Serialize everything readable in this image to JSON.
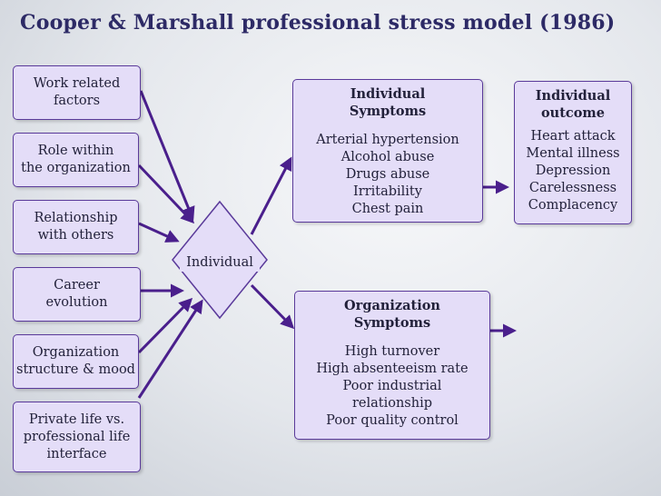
{
  "title": "Cooper & Marshall professional stress model (1986)",
  "factors": [
    "Work related\nfactors",
    "Role within\nthe organization",
    "Relationship\nwith others",
    "Career\nevolution",
    "Organization\nstructure & mood",
    "Private life vs.\nprofessional life\ninterface"
  ],
  "center_label": "Individual",
  "individual_symptoms": {
    "heading": "Individual\nSymptoms",
    "items": [
      "Arterial hypertension",
      "Alcohol abuse",
      "Drugs abuse",
      "Irritability",
      "Chest pain"
    ]
  },
  "organization_symptoms": {
    "heading": "Organization\nSymptoms",
    "items": [
      "High turnover",
      "High absenteeism rate",
      "Poor industrial",
      "relationship",
      "Poor quality control"
    ]
  },
  "individual_outcome": {
    "heading": "Individual\noutcome",
    "items": [
      "Heart attack",
      "Mental illness",
      "Depression",
      "Carelessness",
      "Complacency"
    ]
  },
  "colors": {
    "box_fill": "#e4ddf8",
    "box_border": "#5a3a9a",
    "arrow": "#4a1f8c",
    "title": "#2d2a66"
  }
}
